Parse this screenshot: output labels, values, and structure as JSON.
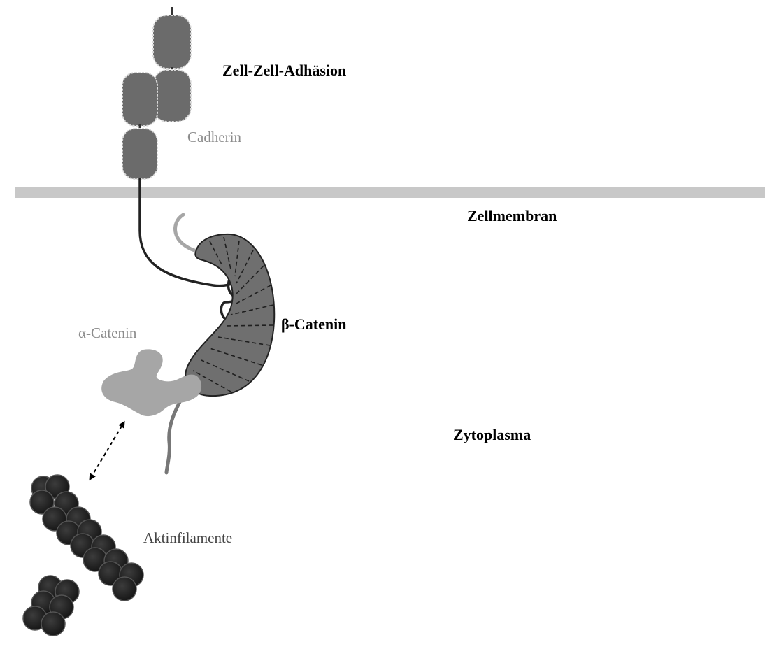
{
  "labels": {
    "adhesion": "Zell-Zell-Adhäsion",
    "cadherin": "Cadherin",
    "membrane": "Zellmembran",
    "beta_catenin": "β-Catenin",
    "alpha_catenin": "α-Catenin",
    "cytoplasm": "Zytoplasma",
    "actin": "Aktinfilamente"
  },
  "colors": {
    "membrane": "#c8c8c8",
    "cadherin_domain": "#6b6b6b",
    "beta_catenin": "#6f6f6f",
    "alpha_catenin": "#a6a6a6",
    "actin": "#2a2a2a"
  }
}
